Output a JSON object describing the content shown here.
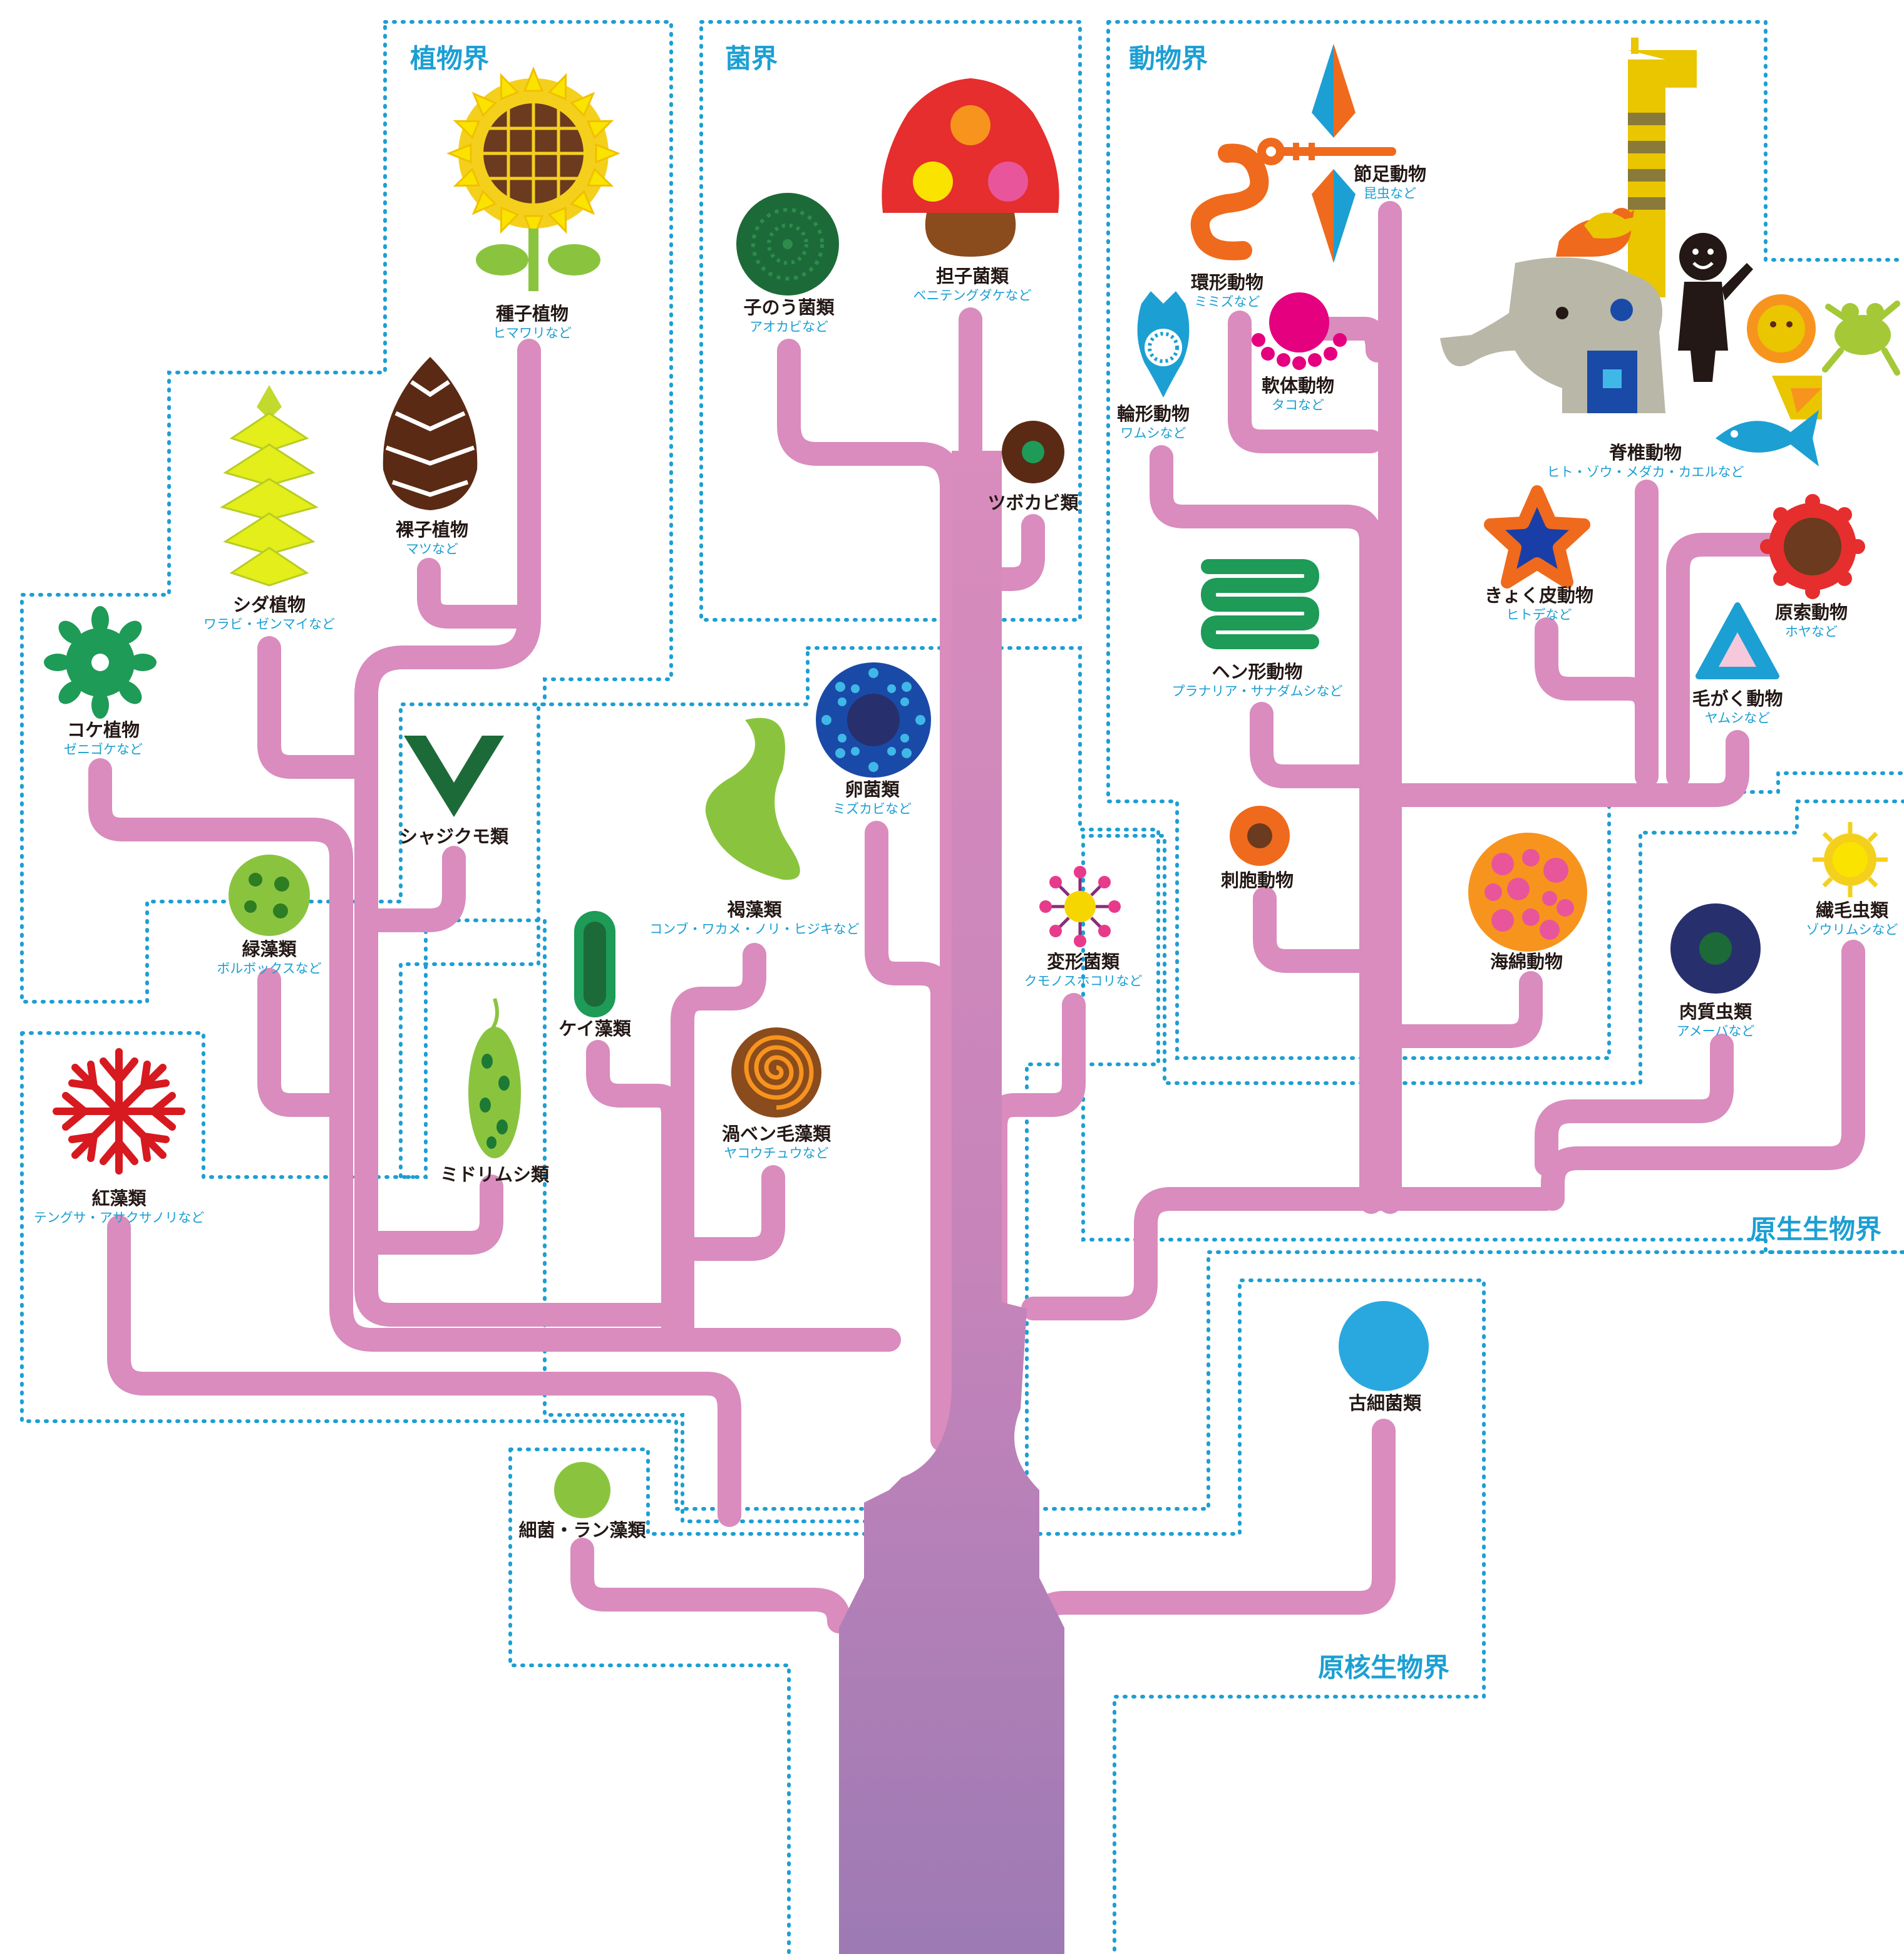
{
  "kingdoms": {
    "plant": "植物界",
    "fungi": "菌界",
    "animal": "動物界",
    "protist": "原生生物界",
    "prokaryote": "原核生物界"
  },
  "taxa": {
    "seed_plants": {
      "name": "種子植物",
      "example": "ヒマワリなど"
    },
    "gymnosperms": {
      "name": "裸子植物",
      "example": "マツなど"
    },
    "ferns": {
      "name": "シダ植物",
      "example": "ワラビ・ゼンマイなど"
    },
    "mosses": {
      "name": "コケ植物",
      "example": "ゼニゴケなど"
    },
    "charophytes": {
      "name": "シャジクモ類"
    },
    "green_algae": {
      "name": "緑藻類",
      "example": "ボルボックスなど"
    },
    "red_algae": {
      "name": "紅藻類",
      "example": "テングサ・アサクサノリなど"
    },
    "euglena": {
      "name": "ミドリムシ類"
    },
    "diatoms": {
      "name": "ケイ藻類"
    },
    "brown_algae": {
      "name": "褐藻類",
      "example": "コンブ・ワカメ・ノリ・ヒジキなど"
    },
    "dinoflagellates": {
      "name": "渦ベン毛藻類",
      "example": "ヤコウチュウなど"
    },
    "oomycetes": {
      "name": "卵菌類",
      "example": "ミズカビなど"
    },
    "ascomycetes": {
      "name": "子のう菌類",
      "example": "アオカビなど"
    },
    "basidiomycetes": {
      "name": "担子菌類",
      "example": "ベニテングダケなど"
    },
    "chytrids": {
      "name": "ツボカビ類"
    },
    "slime_molds": {
      "name": "変形菌類",
      "example": "クモノスホコリなど"
    },
    "annelids": {
      "name": "環形動物",
      "example": "ミミズなど"
    },
    "arthropods": {
      "name": "節足動物",
      "example": "昆虫など"
    },
    "rotifers": {
      "name": "輪形動物",
      "example": "ワムシなど"
    },
    "molluscs": {
      "name": "軟体動物",
      "example": "タコなど"
    },
    "vertebrates": {
      "name": "脊椎動物",
      "example": "ヒト・ゾウ・メダカ・カエルなど"
    },
    "flatworms": {
      "name": "ヘン形動物",
      "example": "プラナリア・サナダムシなど"
    },
    "echinoderms": {
      "name": "きょく皮動物",
      "example": "ヒトデなど"
    },
    "protochordates": {
      "name": "原索動物",
      "example": "ホヤなど"
    },
    "chaetognaths": {
      "name": "毛がく動物",
      "example": "ヤムシなど"
    },
    "cnidarians": {
      "name": "刺胞動物"
    },
    "sponges": {
      "name": "海綿動物"
    },
    "ciliates": {
      "name": "繊毛虫類",
      "example": "ゾウリムシなど"
    },
    "rhizopods": {
      "name": "肉質虫類",
      "example": "アメーバなど"
    },
    "archaea": {
      "name": "古細菌類"
    },
    "bacteria": {
      "name": "細菌・ラン藻類"
    }
  },
  "colors": {
    "branch": "#d98cbd",
    "trunk": "#a47ab5",
    "boundary": "#1c9fd3",
    "label_text": "#231815",
    "example_text": "#1c9fd3"
  }
}
